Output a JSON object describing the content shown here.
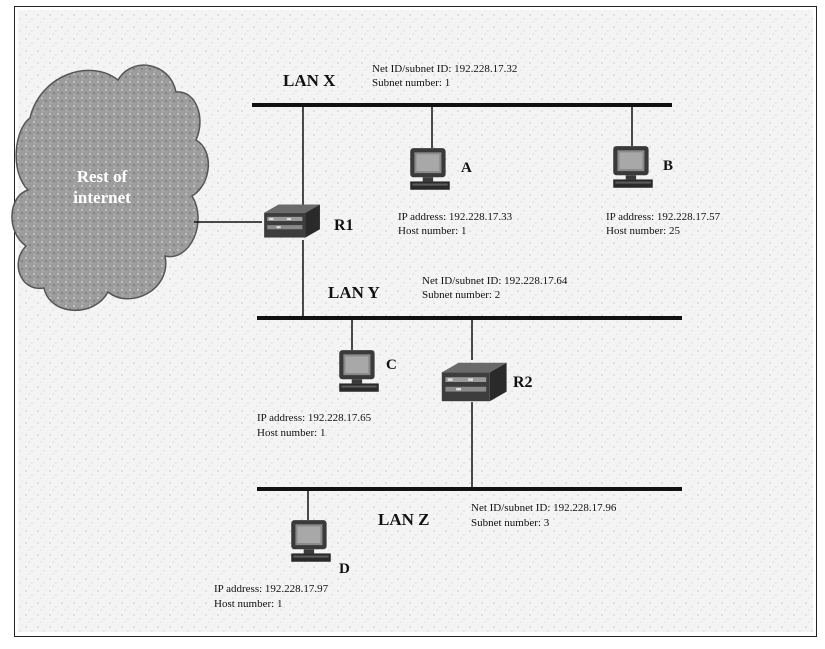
{
  "cloud": {
    "line1": "Rest of",
    "line2": "internet"
  },
  "lans": {
    "x": {
      "label": "LAN X",
      "net_id": "Net ID/subnet ID: 192.228.17.32",
      "subnet": "Subnet number: 1"
    },
    "y": {
      "label": "LAN Y",
      "net_id": "Net ID/subnet ID: 192.228.17.64",
      "subnet": "Subnet number: 2"
    },
    "z": {
      "label": "LAN Z",
      "net_id": "Net ID/subnet ID: 192.228.17.96",
      "subnet": "Subnet number: 3"
    }
  },
  "routers": {
    "r1": "R1",
    "r2": "R2"
  },
  "hosts": {
    "a": {
      "label": "A",
      "ip": "IP address: 192.228.17.33",
      "host": "Host number: 1"
    },
    "b": {
      "label": "B",
      "ip": "IP address: 192.228.17.57",
      "host": "Host number: 25"
    },
    "c": {
      "label": "C",
      "ip": "IP address: 192.228.17.65",
      "host": "Host number: 1"
    },
    "d": {
      "label": "D",
      "ip": "IP address: 192.228.17.97",
      "host": "Host number: 1"
    }
  }
}
